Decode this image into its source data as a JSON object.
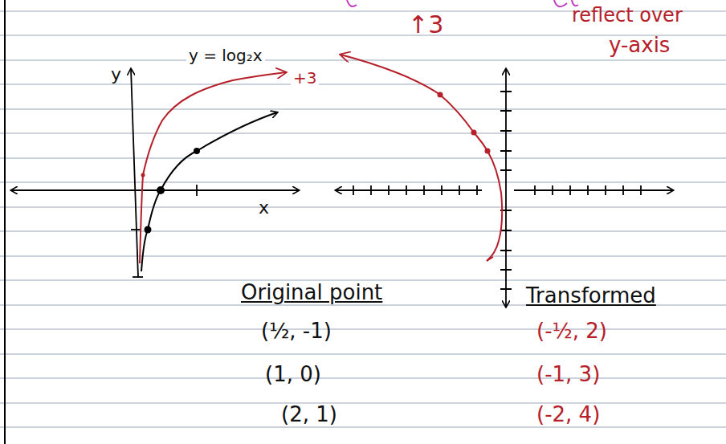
{
  "diagram": {
    "labels": [
      "↑3",
      "reflect over",
      "y-axis",
      "y",
      "x",
      "y = log₂x",
      "+3",
      "Original point",
      "(½, -1)",
      "(1, 0)",
      "(2, 1)",
      "Transformed",
      "(-½, 2)",
      "(-1, 3)",
      "(-2, 4)"
    ]
  }
}
